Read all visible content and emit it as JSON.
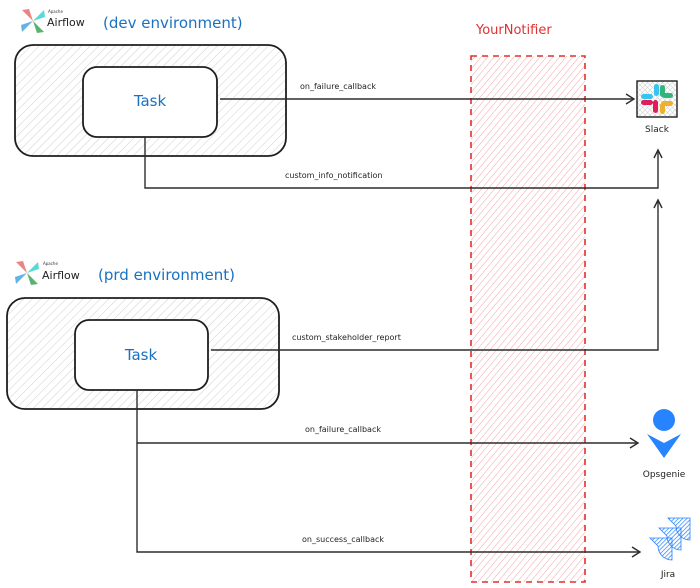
{
  "dev": {
    "logo_small": "Apache",
    "logo_large": "Airflow",
    "env_label": "(dev environment)",
    "task_label": "Task"
  },
  "prd": {
    "logo_small": "Apache",
    "logo_large": "Airflow",
    "env_label": "(prd environment)",
    "task_label": "Task"
  },
  "notifier": {
    "title": "YourNotifier",
    "color": "#e03131"
  },
  "edges": {
    "dev_failure": "on_failure_callback",
    "dev_info": "custom_info_notification",
    "prd_stakeholder": "custom_stakeholder_report",
    "prd_failure": "on_failure_callback",
    "prd_success": "on_success_callback"
  },
  "services": {
    "slack": "Slack",
    "opsgenie": "Opsgenie",
    "jira": "Jira"
  },
  "colors": {
    "text_blue": "#1971c2",
    "stroke": "#2d2d2d",
    "opsgenie": "#2684ff",
    "jira": "#2684ff"
  }
}
